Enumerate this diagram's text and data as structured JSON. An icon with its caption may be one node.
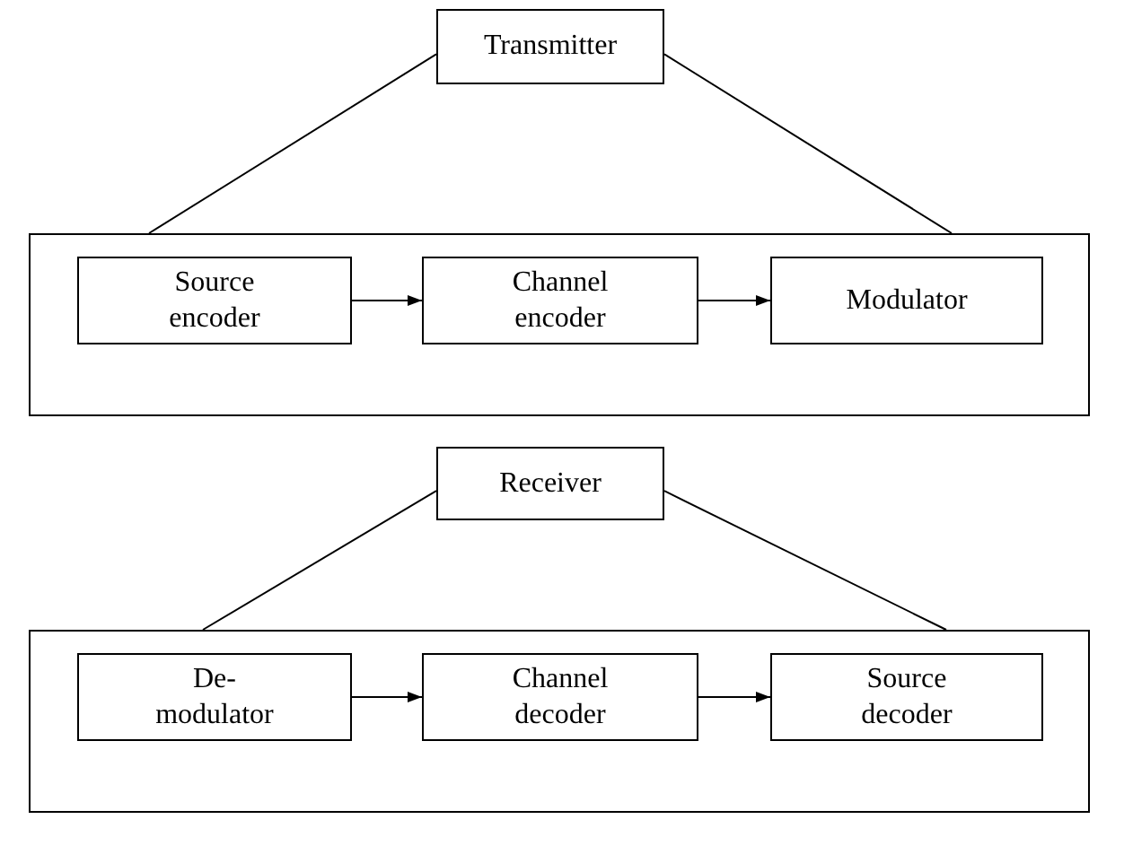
{
  "diagram": {
    "nodes": [
      {
        "text": [
          "Transmitter"
        ]
      },
      {
        "text": [],
        "shape": "box"
      },
      {
        "text": [
          "Source encoder"
        ],
        "in": 1
      },
      {
        "text": [
          "Channel encoder"
        ],
        "in": 1
      },
      {
        "text": [
          "Modulator"
        ],
        "in": 1
      },
      {
        "text": [
          "Receiver"
        ]
      },
      {
        "text": [],
        "shape": "box"
      },
      {
        "text": [
          "De- modulator"
        ],
        "in": 6
      },
      {
        "text": [
          "Channel decoder"
        ],
        "in": 6
      },
      {
        "text": [
          "Source decoder"
        ],
        "in": 6
      }
    ],
    "edges": [
      {
        "from": 0,
        "to": 1,
        "arrow": "none"
      },
      {
        "from": 0,
        "to": 1,
        "arrow": "none"
      },
      {
        "from": 2,
        "to": 3,
        "arrow": "to"
      },
      {
        "from": 3,
        "to": 4,
        "arrow": "to"
      },
      {
        "from": 5,
        "to": 6,
        "arrow": "none"
      },
      {
        "from": 5,
        "to": 6,
        "arrow": "none"
      },
      {
        "from": 7,
        "to": 8,
        "arrow": "to"
      },
      {
        "from": 8,
        "to": 9,
        "arrow": "to"
      }
    ]
  }
}
